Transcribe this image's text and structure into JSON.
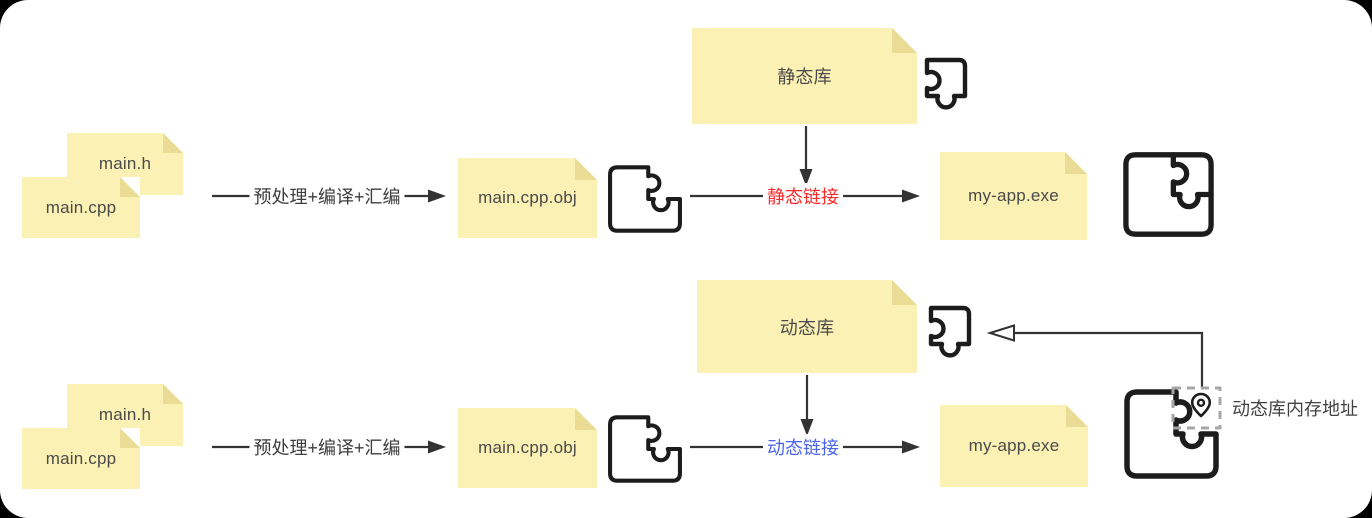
{
  "colors": {
    "note_bg": "#FBF1B4",
    "note_fold": "#EADC95",
    "line": "#333333",
    "static_link": "#FA2A2A",
    "dynamic_link": "#4A64F1",
    "dashed_outline": "#A6A6A6",
    "text": "#4A4A4A"
  },
  "top_flow": {
    "header_file": "main.h",
    "source_file": "main.cpp",
    "compile_label": "预处理+编译+汇编",
    "object_file": "main.cpp.obj",
    "library_label": "静态库",
    "link_label": "静态链接",
    "output_file": "my-app.exe"
  },
  "bottom_flow": {
    "header_file": "main.h",
    "source_file": "main.cpp",
    "compile_label": "预处理+编译+汇编",
    "object_file": "main.cpp.obj",
    "library_label": "动态库",
    "link_label": "动态链接",
    "output_file": "my-app.exe",
    "memory_address_label": "动态库内存地址"
  },
  "icons": {
    "object_file_icon": "incomplete-puzzle-icon",
    "library_icon": "puzzle-piece-icon",
    "static_exe_icon": "complete-puzzle-icon",
    "dynamic_exe_icon": "puzzle-missing-piece-icon",
    "memory_pin_icon": "location-pin-icon"
  }
}
